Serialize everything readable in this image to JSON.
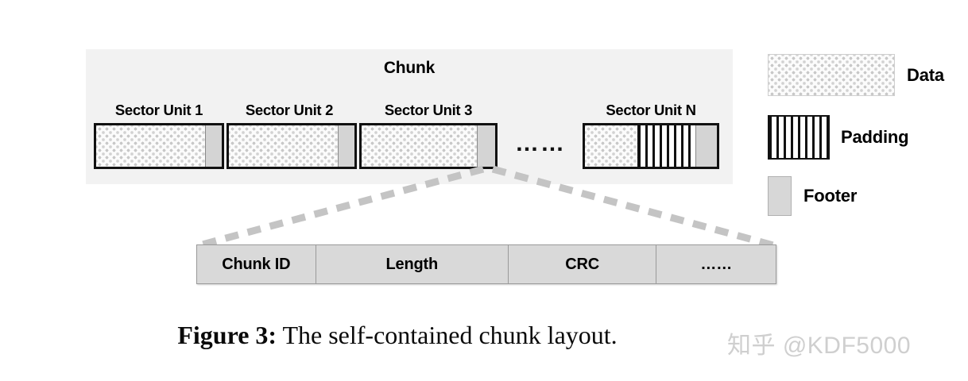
{
  "figure": {
    "caption_label": "Figure 3:",
    "caption_text": " The self-contained chunk layout.",
    "watermark": "知乎 @KDF5000"
  },
  "chunk": {
    "title": "Chunk",
    "ellipsis": "……",
    "sector_units": [
      {
        "label": "Sector Unit 1",
        "segments": [
          "data",
          "footer"
        ]
      },
      {
        "label": "Sector Unit 2",
        "segments": [
          "data",
          "footer"
        ]
      },
      {
        "label": "Sector Unit 3",
        "segments": [
          "data",
          "footer"
        ]
      },
      {
        "label": "Sector Unit N",
        "segments": [
          "data",
          "padding",
          "footer"
        ]
      }
    ]
  },
  "legend": {
    "items": [
      {
        "label": "Data",
        "swatch": "data-swatch-icon"
      },
      {
        "label": "Padding",
        "swatch": "padding-swatch-icon"
      },
      {
        "label": "Footer",
        "swatch": "footer-swatch-icon"
      }
    ]
  },
  "footer_detail": {
    "cells": [
      {
        "label": "Chunk ID"
      },
      {
        "label": "Length"
      },
      {
        "label": "CRC"
      },
      {
        "label": "……"
      }
    ]
  },
  "colors": {
    "panel_bg": "#f2f2f2",
    "footer_fill": "#d4d4d4",
    "table_fill": "#d9d9d9",
    "outline": "#111111",
    "callout_dash": "#c4c4c4",
    "watermark": "#cfcfcf"
  }
}
